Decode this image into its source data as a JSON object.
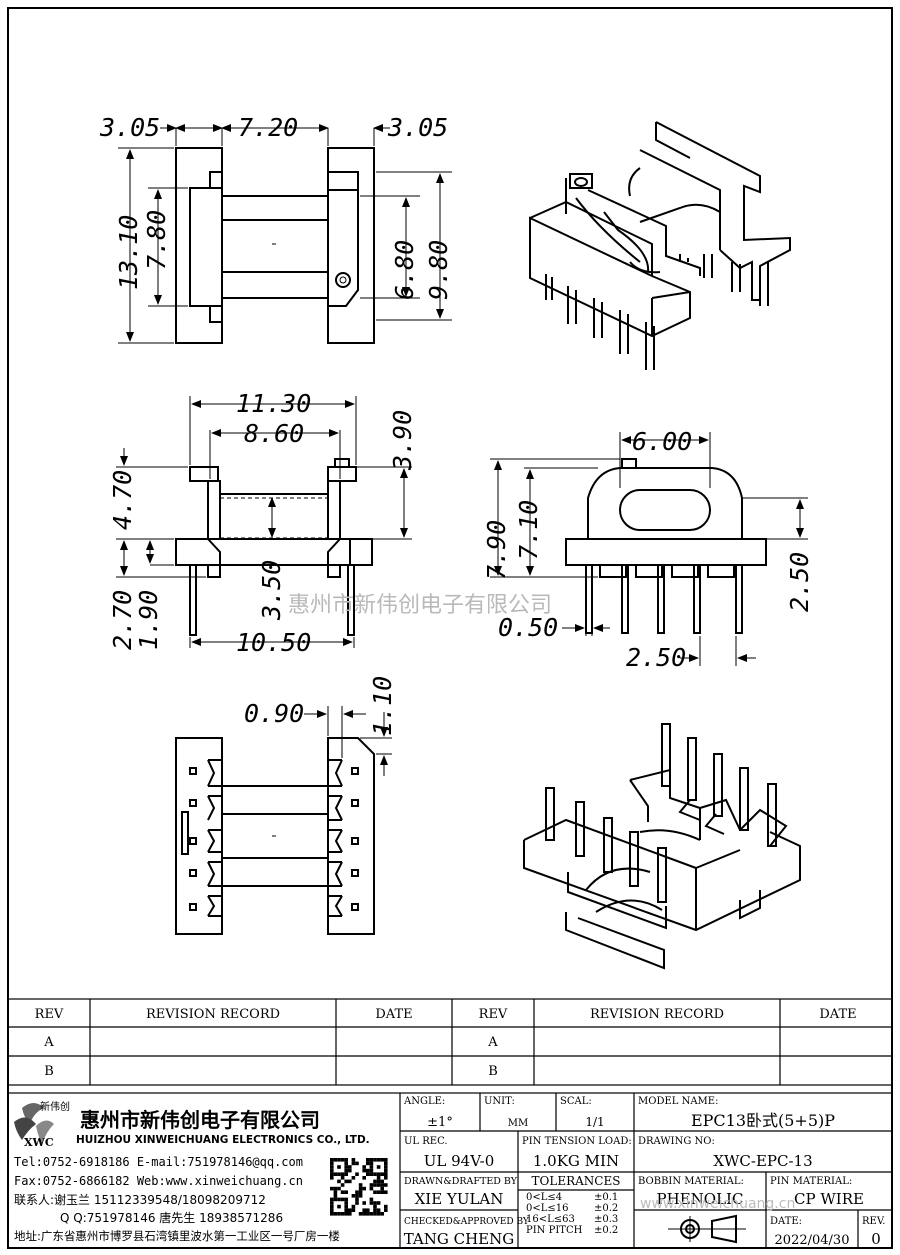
{
  "dimensions": {
    "top_left_a": "3.05",
    "top_mid": "7.20",
    "top_right_a": "3.05",
    "height_13_10": "13.10",
    "height_7_80": "7.80",
    "height_6_80": "6.80",
    "height_9_80": "9.80",
    "front_11_30": "11.30",
    "front_8_60": "8.60",
    "front_3_90": "3.90",
    "front_4_70": "4.70",
    "front_3_50": "3.50",
    "front_2_70": "2.70",
    "front_1_90": "1.90",
    "front_10_50": "10.50",
    "side_6_00": "6.00",
    "side_7_90": "7.90",
    "side_7_10": "7.10",
    "side_2_50_v": "2.50",
    "side_0_50": "0.50",
    "side_2_50_h": "2.50",
    "bottom_0_90": "0.90",
    "bottom_1_10": "1.10"
  },
  "watermark_center": "惠州市新伟创电子有限公司",
  "watermark_corner": "www.xinweichuang.cn",
  "revision_table": {
    "headers": [
      "REV",
      "REVISION RECORD",
      "DATE",
      "REV",
      "REVISION RECORD",
      "DATE"
    ],
    "rows": [
      [
        "A",
        "",
        "",
        "A",
        "",
        ""
      ],
      [
        "B",
        "",
        "",
        "B",
        "",
        ""
      ]
    ]
  },
  "company": {
    "logo_text": "XWC",
    "logo_small": "新伟创",
    "name_cn": "惠州市新伟创电子有限公司",
    "name_en": "HUIZHOU XINWEICHUANG ELECTRONICS CO., LTD.",
    "tel_line": "Tel:0752-6918186 E-mail:751978146@qq.com",
    "fax_line": "Fax:0752-6866182 Web:www.xinweichuang.cn",
    "contact_line": "联系人:谢玉兰 15112339548/18098209712",
    "qq_line": "Q Q:751978146   唐先生 18938571286",
    "address_line": "地址:广东省惠州市博罗县石湾镇里波水第一工业区一号厂房一楼"
  },
  "title_block": {
    "angle_label": "ANGLE:",
    "angle_value": "±1°",
    "unit_label": "UNIT:",
    "unit_value": "MM",
    "scale_label": "SCAL:",
    "scale_value": "1/1",
    "model_label": "MODEL NAME:",
    "model_value": "EPC13卧式(5+5)P",
    "ul_label": "UL REC.",
    "ul_value": "UL 94V-0",
    "pin_tension_label": "PIN TENSION LOAD:",
    "pin_tension_value": "1.0KG MIN",
    "drawing_no_label": "DRAWING NO:",
    "drawing_no_value": "XWC-EPC-13",
    "drawn_label": "DRAWN&DRAFTED BY",
    "drawn_value": "XIE YULAN",
    "tolerances_label": "TOLERANCES",
    "tol_rows": [
      {
        "range": "0<L≤4",
        "value": "±0.1"
      },
      {
        "range": "0<L≤16",
        "value": "±0.2"
      },
      {
        "range": "16<L≤63",
        "value": "±0.3"
      },
      {
        "range": "PIN PITCH",
        "value": "±0.2"
      }
    ],
    "bobbin_label": "BOBBIN MATERIAL:",
    "bobbin_value": "PHENOLIC",
    "pin_material_label": "PIN MATERIAL:",
    "pin_material_value": "CP WIRE",
    "checked_label": "CHECKED&APPROVED BY",
    "checked_value": "TANG CHENG",
    "date_label": "DATE:",
    "date_value": "2022/04/30",
    "rev_label": "REV.",
    "rev_value": "0"
  }
}
